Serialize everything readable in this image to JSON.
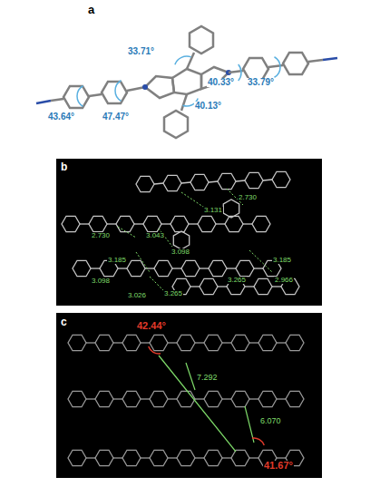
{
  "diagram": {
    "labels": [
      "a",
      "33.71°",
      "40.33°",
      "33.79°",
      "43.64°",
      "47.47°",
      "40.13°",
      "b",
      "2.730",
      "3.131",
      "2.730",
      "3.043",
      "3.098",
      "3.185",
      "3.185",
      "3.098",
      "3.265",
      "3.026",
      "3.265",
      "2.966",
      "c",
      "42.44°",
      "7.292",
      "6.070",
      "41.67°"
    ]
  }
}
